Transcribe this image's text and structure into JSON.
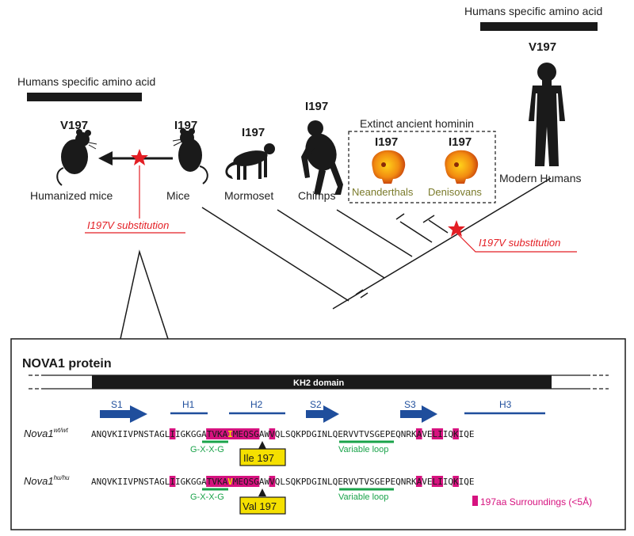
{
  "phylo": {
    "human_specific_label_right": "Humans specific amino acid",
    "human_specific_label_left": "Humans specific amino acid",
    "v197_human": "V197",
    "v197_mice": "V197",
    "i197_mice": "I197",
    "i197_marmoset": "I197",
    "i197_chimps": "I197",
    "i197_neanderthal": "I197",
    "i197_denisovan": "I197",
    "extinct_box_title": "Extinct ancient  hominin",
    "species": {
      "humanized_mice": "Humanized mice",
      "mice": "Mice",
      "marmoset": "Mormoset",
      "chimps": "Chimps",
      "neanderthals": "Neanderthals",
      "denisovans": "Denisovans",
      "modern_humans": "Modern Humans"
    },
    "substitution_left": "I197V substitution",
    "substitution_right": "I197V substitution"
  },
  "protein": {
    "title": "NOVA1 protein",
    "domain": "KH2 domain",
    "elements": [
      "S1",
      "H1",
      "H2",
      "S2",
      "S3",
      "H3"
    ],
    "wt_label_main": "Nova1",
    "wt_label_sup": "wt/wt",
    "hu_label_main": "Nova1",
    "hu_label_sup": "hu/hu",
    "seq_wt": "ANQVKIIVPNSTAGLIIGKGGATVKAIMEQSGAWVQLSQKPDGINLQERVVTVSGEPEQNRKAVELIIQKIQE",
    "seq_hu": "ANQVKIIVPNSTAGLIIGKGGATVKAVMEQSGAWVQLSQKPDGINLQERVVTVSGEPEQNRKAVELIIQKIQE",
    "gxxg": "G-X-X-G",
    "variable_loop": "Variable loop",
    "ile_label": "Ile 197",
    "val_label": "Val 197",
    "legend": "197aa Surroundings (<5Å)"
  },
  "colors": {
    "magenta": "#d6127f",
    "red": "#e31e24",
    "blue": "#1f4e9c",
    "green": "#1aa34a",
    "yellow": "#f5e000",
    "olive": "#7a7a2a"
  },
  "icons": [
    "mouse-icon",
    "monkey-icon",
    "chimp-icon",
    "skull-icon",
    "human-icon",
    "star-icon"
  ]
}
